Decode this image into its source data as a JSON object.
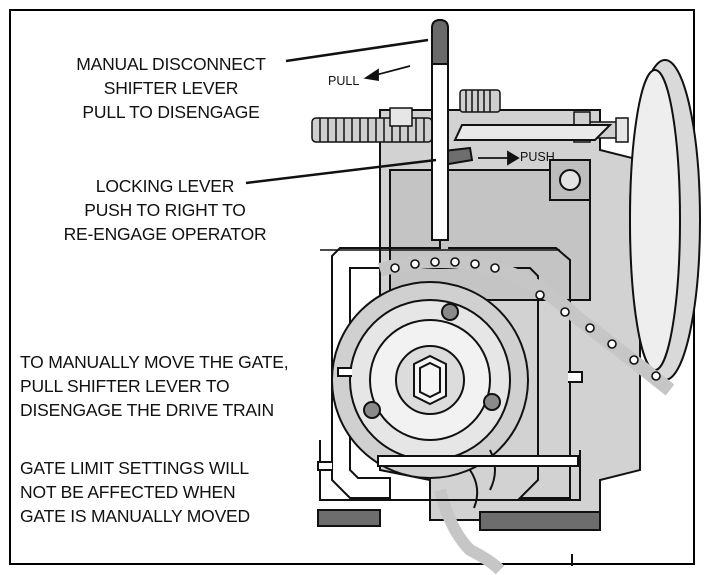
{
  "labels": {
    "manual_disconnect": [
      "MANUAL DISCONNECT",
      "SHIFTER LEVER",
      "PULL TO DISENGAGE"
    ],
    "locking_lever": [
      "LOCKING LEVER",
      "PUSH TO RIGHT TO",
      "RE-ENGAGE OPERATOR"
    ],
    "manually_move": [
      "TO MANUALLY MOVE THE GATE,",
      "PULL SHIFTER LEVER TO",
      "DISENGAGE THE DRIVE TRAIN"
    ],
    "limit_settings": [
      "GATE LIMIT SETTINGS WILL",
      "NOT BE AFFECTED WHEN",
      "GATE IS MANUALLY MOVED"
    ],
    "pull": "PULL",
    "push": "PUSH"
  }
}
